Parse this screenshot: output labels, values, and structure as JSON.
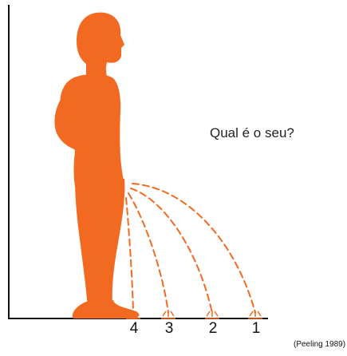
{
  "question": "Qual é o seu?",
  "levels": [
    {
      "label": "4"
    },
    {
      "label": "3"
    },
    {
      "label": "2"
    },
    {
      "label": "1"
    }
  ],
  "citation": "(Peeling 1989)",
  "colors": {
    "figure": "#F26A21",
    "stream": "#F26A21",
    "axis": "#111111",
    "background": "#FFFFFF"
  }
}
